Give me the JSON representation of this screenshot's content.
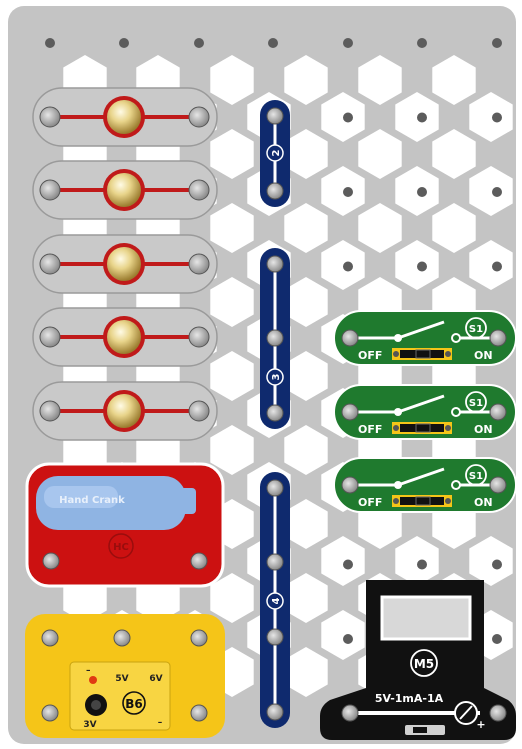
{
  "board": {
    "colors": {
      "board": "#c4c4c4",
      "hole": "#ffffff",
      "peg": "#5c5c5c",
      "wire": "#0f2a6e",
      "bulb_base": "#c9c9c9",
      "resistor_red": "#c01a1a",
      "crank_red": "#cc1111",
      "crank_handle": "#8fb4e3",
      "switch_green": "#1f7a2e",
      "battery_yellow": "#f5c518",
      "meter_black": "#111111"
    }
  },
  "bulbs": [
    {
      "id": "bulb-1"
    },
    {
      "id": "bulb-2"
    },
    {
      "id": "bulb-3"
    },
    {
      "id": "bulb-4"
    },
    {
      "id": "bulb-5"
    }
  ],
  "wires": [
    {
      "label": "2"
    },
    {
      "label": "3"
    },
    {
      "label": "4"
    }
  ],
  "switches": [
    {
      "label": "S1",
      "off": "OFF",
      "on": "ON"
    },
    {
      "label": "S1",
      "off": "OFF",
      "on": "ON"
    },
    {
      "label": "S1",
      "off": "OFF",
      "on": "ON"
    }
  ],
  "hand_crank": {
    "title": "Hand Crank",
    "label": "HC"
  },
  "battery": {
    "label": "B6",
    "v5": "5V",
    "v6": "6V",
    "v3": "3V",
    "plus": "+",
    "minus": "–"
  },
  "meter": {
    "label": "M5",
    "range": "5V-1mA-1A",
    "plus": "+"
  }
}
